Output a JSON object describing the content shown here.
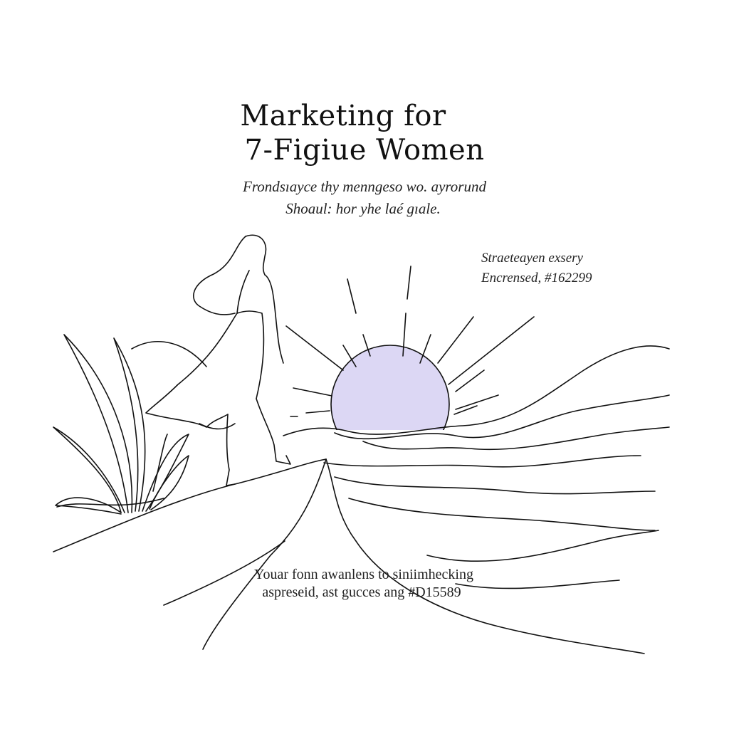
{
  "poster": {
    "title_line1": "Marketing for",
    "title_line2": "7-Figiue Women",
    "subtitle_line1": "Frondsıayce thy menngeso wo. ayrorund",
    "subtitle_line2": "Shoaul: hor yhe laé gıale.",
    "side_note_line1": "Straeteayen exsery",
    "side_note_line2": "Encrensed, #162299",
    "bottom_line1": "Youar fonn awanlens to siniimhecking",
    "bottom_line2": "aspreseid, ast gucces ang #D15589"
  },
  "illustration": {
    "sun_color": "#dcd7f4",
    "line_color": "#111111",
    "elements": [
      "woman-figure",
      "plant",
      "sun",
      "sun-rays",
      "wavy-hills"
    ]
  }
}
